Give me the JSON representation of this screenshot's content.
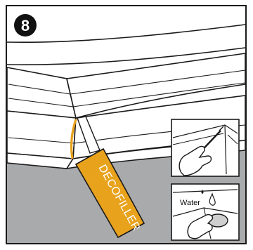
{
  "step": {
    "number": "8"
  },
  "product": {
    "name": "DECOFILLER"
  },
  "insets": {
    "water_label": "Water"
  },
  "colors": {
    "filler_bead": "#e8a21c",
    "tube": "#e8a21c",
    "wall": "#a9aaac",
    "outline": "#1a1a1a"
  },
  "icons": {
    "main": "cornice-corner-caulking",
    "inset_top": "hand-applying-filler-in-corner",
    "inset_bottom": "hand-wiping-with-wet-sponge",
    "water": "water-drop-icon"
  }
}
